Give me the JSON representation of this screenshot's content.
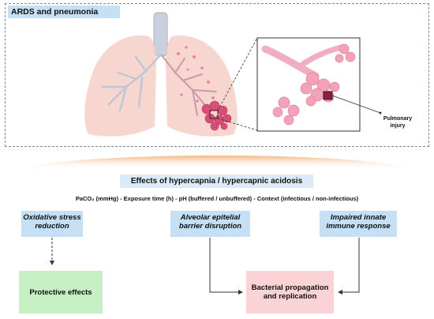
{
  "panel": {
    "title": "ARDS and pneumonia",
    "injury_label": "Pulmonary injury"
  },
  "effects": {
    "title": "Effects of hypercapnia / hypercapnic acidosis",
    "params": "PaCO₂ (mmHg) - Exposure time (h) - pH (buffered / unbuffered) - Context (infectious / non-infectious)"
  },
  "causes": {
    "oxidative": "Oxidative stress reduction",
    "alveolar": "Alveolar epitelial barrier disruption",
    "immune": "Impaired innate immune response"
  },
  "outcomes": {
    "protective": "Protective effects",
    "bacterial": "Bacterial propagation and replication"
  },
  "colors": {
    "title_box": "#c5e0f4",
    "effects_box": "#dbeaf6",
    "protective": "#c7efc4",
    "bacterial": "#f9d3d6",
    "lung": "#f5cfc6",
    "alveoli": "#ec7f9b",
    "bronchi": "#bfc6d4",
    "trachea": "#c9cfdc"
  }
}
